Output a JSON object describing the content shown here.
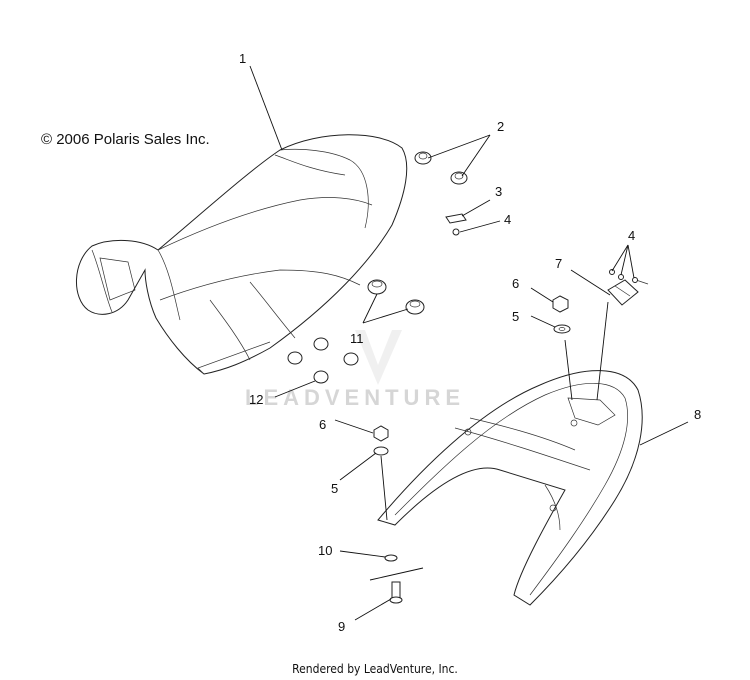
{
  "copyright": "© 2006 Polaris Sales Inc.",
  "footer": "Rendered by LeadVenture, Inc.",
  "watermark": "LEADVENTURE",
  "callouts": [
    {
      "id": "c1",
      "label": "1"
    },
    {
      "id": "c2",
      "label": "2"
    },
    {
      "id": "c3",
      "label": "3"
    },
    {
      "id": "c4a",
      "label": "4"
    },
    {
      "id": "c4b",
      "label": "4"
    },
    {
      "id": "c5a",
      "label": "5"
    },
    {
      "id": "c5b",
      "label": "5"
    },
    {
      "id": "c6a",
      "label": "6"
    },
    {
      "id": "c6b",
      "label": "6"
    },
    {
      "id": "c7",
      "label": "7"
    },
    {
      "id": "c8",
      "label": "8"
    },
    {
      "id": "c9",
      "label": "9"
    },
    {
      "id": "c10",
      "label": "10"
    },
    {
      "id": "c11",
      "label": "11"
    },
    {
      "id": "c12",
      "label": "12"
    }
  ]
}
